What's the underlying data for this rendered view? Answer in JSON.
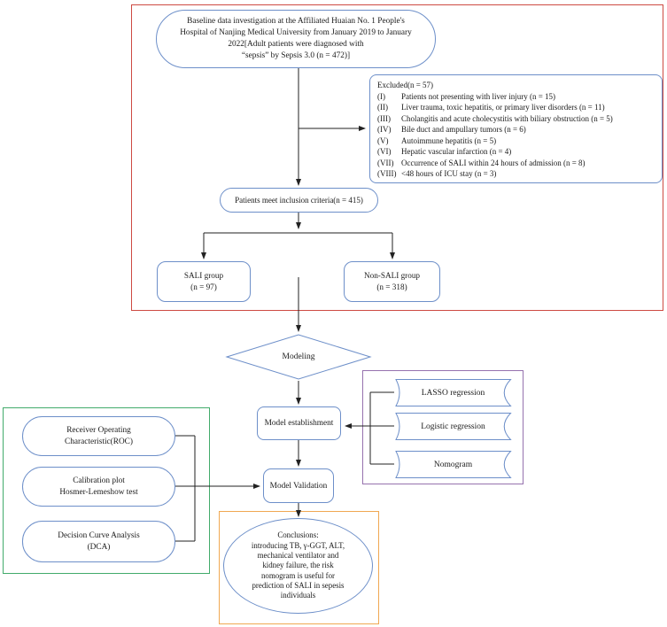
{
  "diagram": {
    "baseline_box": {
      "lines": [
        "Baseline data investigation  at the Affiliated Huaian No. 1 People's",
        "Hospital of Nanjing Medical University  from January 2019 to January",
        "2022[Adult patients were diagnosed with",
        "“sepsis” by Sepsis 3.0 (n = 472)]"
      ]
    },
    "excluded_box": {
      "title": "Excluded(n = 57)",
      "items": [
        {
          "num": "(I)",
          "text": "Patients not presenting with liver injury (n = 15)"
        },
        {
          "num": "(II)",
          "text": "Liver trauma, toxic hepatitis, or primary liver disorders (n = 11)"
        },
        {
          "num": "(III)",
          "text": "Cholangitis and acute cholecystitis with biliary obstruction (n = 5)"
        },
        {
          "num": "(IV)",
          "text": "Bile duct and ampullary tumors (n = 6)"
        },
        {
          "num": "(V)",
          "text": "Autoimmune hepatitis (n = 5)"
        },
        {
          "num": "(VI)",
          "text": "Hepatic vascular infarction (n = 4)"
        },
        {
          "num": "(VII)",
          "text": "Occurrence of SALI within 24 hours of admission (n = 8)"
        },
        {
          "num": "(VIII)",
          "text": "<48 hours of ICU stay (n = 3)"
        }
      ]
    },
    "inclusion_box": {
      "label": "Patients meet inclusion criteria(n = 415)"
    },
    "sali_box": {
      "line1": "SALI group",
      "line2": "(n = 97)"
    },
    "non_sali_box": {
      "line1": "Non-SALI group",
      "line2": "(n = 318)"
    },
    "modeling_diamond": {
      "label": "Modeling"
    },
    "model_establishment_box": {
      "label": "Model establishment"
    },
    "model_validation_box": {
      "label": "Model Validation"
    },
    "validation_methods": [
      {
        "line1": "Receiver Operating",
        "line2": "Characteristic(ROC)"
      },
      {
        "line1": "Calibration plot",
        "line2": "Hosmer-Lemeshow test"
      },
      {
        "line1": "Decision Curve Analysis",
        "line2": "(DCA)"
      }
    ],
    "models": [
      "LASSO regression",
      "Logistic regression",
      "Nomogram"
    ],
    "conclusions_box": {
      "lines": [
        "Conclusions:",
        "introducing TB, γ-GGT, ALT,",
        "mechanical ventilator and",
        "kidney failure, the risk",
        "nomogram is useful for",
        "prediction of SALI in sepesis",
        "individuals"
      ]
    },
    "colors": {
      "red_border": "#cd4a42",
      "blue_shape": "#6d8fc9",
      "green_border": "#42ab6b",
      "purple_border": "#9672ae",
      "orange_border": "#f0a852",
      "connector": "#222222"
    }
  }
}
